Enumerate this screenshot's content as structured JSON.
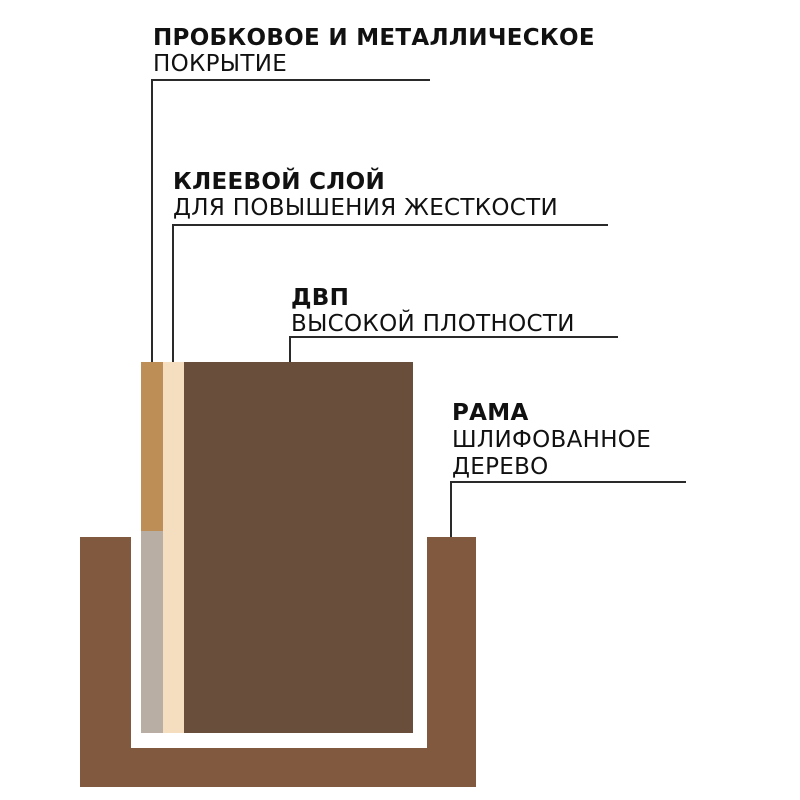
{
  "diagram": {
    "labels": [
      {
        "id": "coating",
        "title": "ПРОБКОВОЕ И МЕТАЛЛИЧЕСКОЕ",
        "subtitle": "ПОКРЫТИЕ"
      },
      {
        "id": "glue",
        "title": "КЛЕЕВОЙ СЛОЙ",
        "subtitle": "ДЛЯ ПОВЫШЕНИЯ ЖЕСТКОСТИ"
      },
      {
        "id": "hdf",
        "title": "ДВП",
        "subtitle": "ВЫСОКОЙ ПЛОТНОСТИ"
      },
      {
        "id": "frame",
        "title": "РАМА",
        "subtitle": "ШЛИФОВАННОЕ",
        "subtitle2": "ДЕРЕВО"
      }
    ],
    "layers": {
      "cork": {
        "name": "cork-layer",
        "color": "#BD8E55"
      },
      "metal": {
        "name": "metal-layer",
        "color": "#B8AEA4"
      },
      "glue": {
        "name": "glue-layer",
        "color": "#F5DEBF"
      },
      "hdf": {
        "name": "hdf-board",
        "color": "#6A4E3C"
      },
      "frame": {
        "name": "wood-frame",
        "color": "#80593F"
      }
    },
    "leader_line_color": "#2A2A2A"
  }
}
